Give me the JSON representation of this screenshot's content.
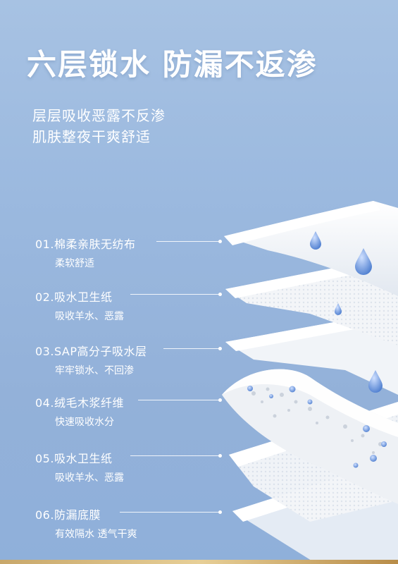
{
  "title": "六层锁水 防漏不返渗",
  "subtitle_lines": [
    "层层吸收恶露不反渗",
    "肌肤整夜干爽舒适"
  ],
  "layers": [
    {
      "title": "01.棉柔亲肤无纺布",
      "desc": "柔软舒适"
    },
    {
      "title": "02.吸水卫生纸",
      "desc": "吸收羊水、恶露"
    },
    {
      "title": "03.SAP高分子吸水层",
      "desc": "牢牢锁水、不回渗"
    },
    {
      "title": "04.绒毛木浆纤维",
      "desc": "快速吸收水分"
    },
    {
      "title": "05.吸水卫生纸",
      "desc": "吸收羊水、恶露"
    },
    {
      "title": "06.防漏底膜",
      "desc": "有效隔水 透气干爽"
    }
  ],
  "colors": {
    "background": "#9bb9df",
    "accent_gold": "#d4b378",
    "droplet": "#6f98d9"
  }
}
